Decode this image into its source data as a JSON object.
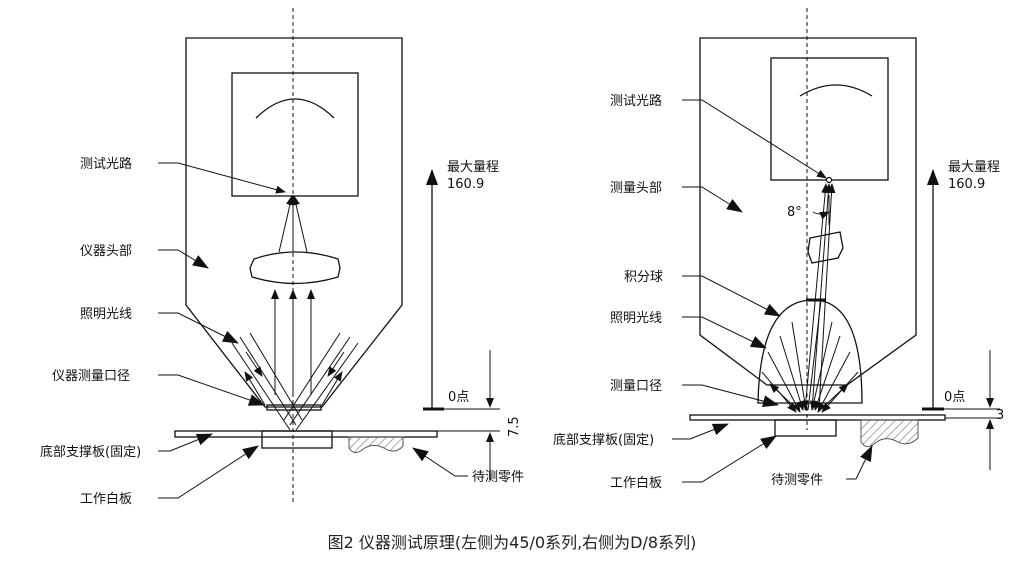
{
  "left": {
    "labels": {
      "test_path": "测试光路",
      "head": "仪器头部",
      "illum": "照明光线",
      "aperture": "仪器测量口径",
      "plate": "底部支撑板(固定)",
      "white": "工作白板",
      "part": "待测零件"
    },
    "scale": {
      "max_label": "最大量程",
      "max_value": "160.9",
      "zero_label": "0点",
      "gap": "7.5"
    }
  },
  "right": {
    "labels": {
      "test_path": "测试光路",
      "head": "测量头部",
      "sphere": "积分球",
      "illum": "照明光线",
      "aperture": "测量口径",
      "plate": "底部支撑板(固定)",
      "white": "工作白板",
      "part": "待测零件"
    },
    "angle": "8°",
    "scale": {
      "max_label": "最大量程",
      "max_value": "160.9",
      "zero_label": "0点",
      "gap": "3"
    }
  },
  "caption": "图2 仪器测试原理(左侧为45/0系列,右侧为D/8系列)",
  "colors": {
    "ink": "#111111",
    "hatch": "#888888",
    "background": "#ffffff"
  }
}
